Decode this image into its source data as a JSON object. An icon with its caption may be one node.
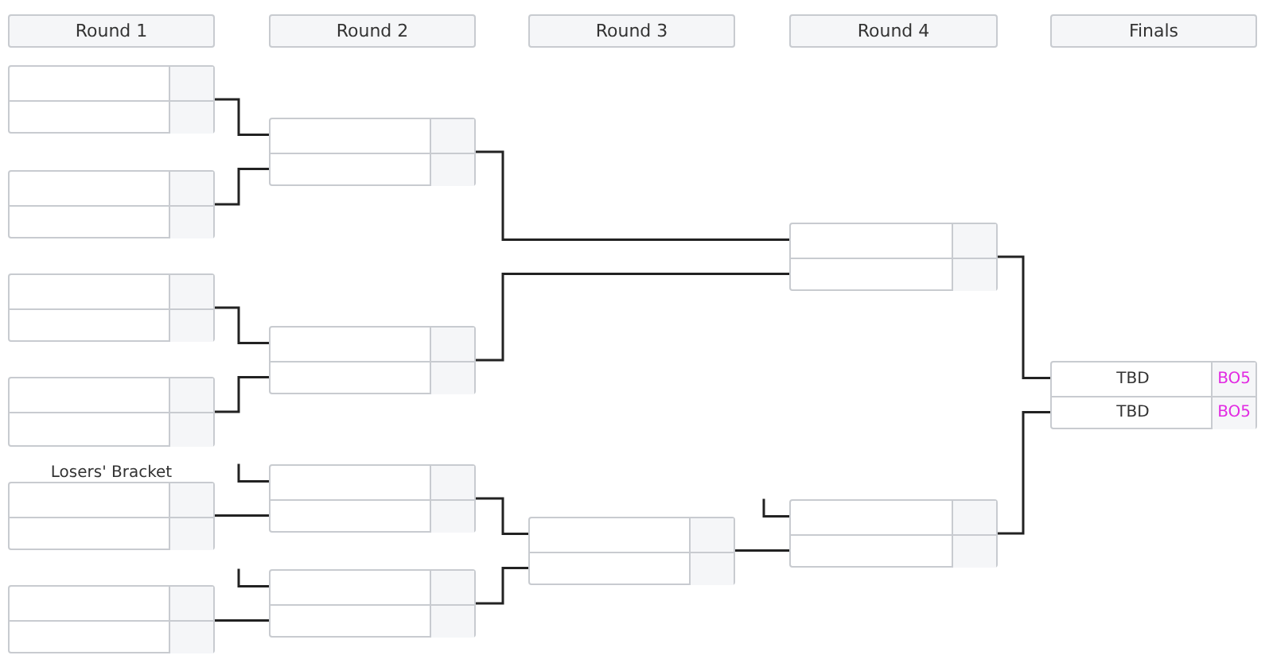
{
  "diagram": {
    "nodes": [
      {
        "text": [
          "Round 1"
        ]
      },
      {
        "text": [
          "Round 2"
        ]
      },
      {
        "text": [
          "Round 3"
        ]
      },
      {
        "text": [
          "Round 4"
        ]
      },
      {
        "text": [
          "Finals"
        ]
      },
      {
        "text": [],
        "shape": "box"
      },
      {
        "text": [],
        "shape": "box"
      },
      {
        "text": [],
        "shape": "box"
      },
      {
        "text": [],
        "shape": "box"
      },
      {
        "text": [],
        "shape": "box"
      },
      {
        "text": [],
        "shape": "box"
      },
      {
        "text": [],
        "shape": "box"
      },
      {
        "text": [],
        "shape": "box"
      },
      {
        "text": [],
        "shape": "box"
      },
      {
        "text": [],
        "shape": "box"
      },
      {
        "text": [],
        "shape": "box"
      },
      {
        "text": [],
        "shape": "box"
      },
      {
        "text": [],
        "shape": "box"
      },
      {
        "text": [
          "TBD",
          "BO5",
          "TBD",
          "BO5"
        ]
      }
    ],
    "edges": [
      {
        "from": 5,
        "to": 11,
        "arrow": "none"
      },
      {
        "from": 6,
        "to": 11,
        "arrow": "none"
      },
      {
        "from": 7,
        "to": 12,
        "arrow": "none"
      },
      {
        "from": 8,
        "to": 12,
        "arrow": "none"
      },
      {
        "from": null,
        "to": 13,
        "arrow": "none"
      },
      {
        "from": 9,
        "to": 13,
        "arrow": "none"
      },
      {
        "from": null,
        "to": 14,
        "arrow": "none"
      },
      {
        "from": 10,
        "to": 14,
        "arrow": "none"
      },
      {
        "from": 11,
        "to": 16,
        "arrow": "none"
      },
      {
        "from": 12,
        "to": 16,
        "arrow": "none"
      },
      {
        "from": 13,
        "to": 15,
        "arrow": "none"
      },
      {
        "from": 14,
        "to": 15,
        "arrow": "none"
      },
      {
        "from": null,
        "to": 17,
        "arrow": "none"
      },
      {
        "from": 15,
        "to": 17,
        "arrow": "none"
      },
      {
        "from": 16,
        "to": 18,
        "arrow": "none"
      },
      {
        "from": 17,
        "to": 18,
        "arrow": "none"
      }
    ],
    "labels": [
      "Losers' Bracket"
    ]
  }
}
